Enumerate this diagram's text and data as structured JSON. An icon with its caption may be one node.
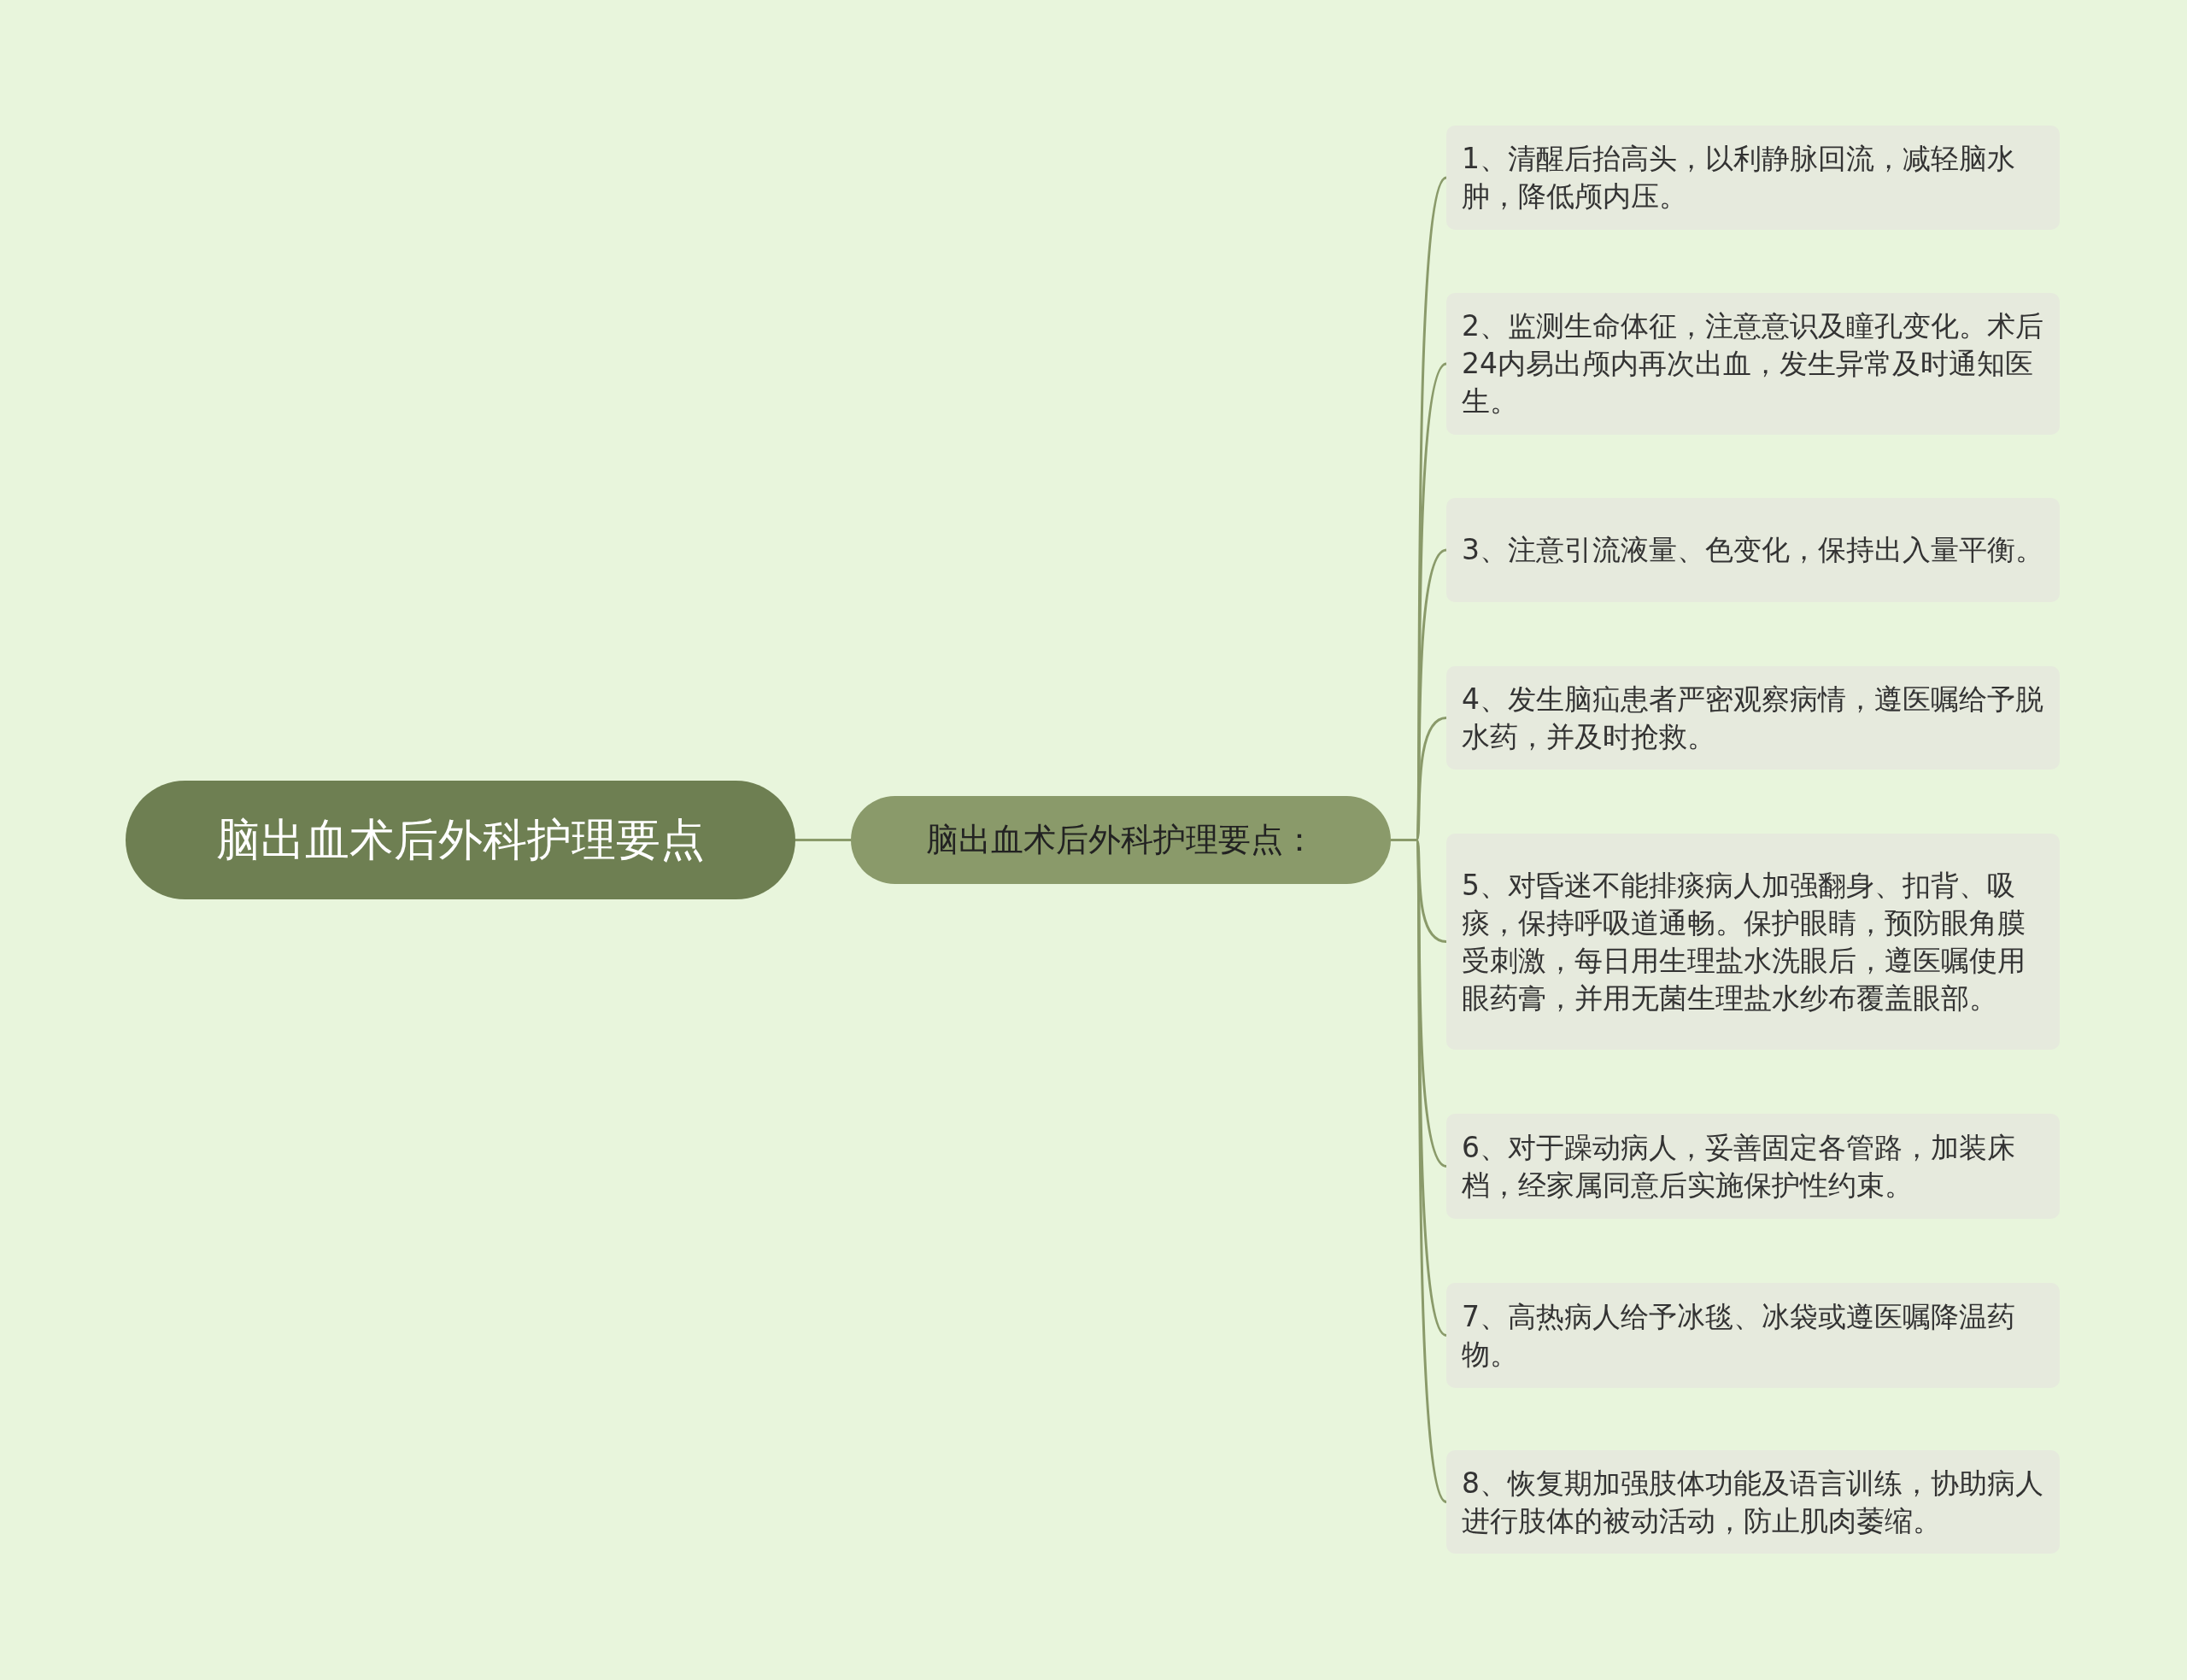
{
  "diagram": {
    "nodes": [
      {
        "text": [
          "脑出血术后外科护理要点"
        ]
      },
      {
        "text": [
          "脑出血术后外科护理要点："
        ]
      },
      {
        "text": [
          "1、清醒后抬高头，以利静脉回流，减轻脑水肿，降低颅内压。"
        ]
      },
      {
        "text": [
          "2、监测生命体征，注意意识及瞳孔变化。术后24内易出颅内再次出血，发生异常及时通知医生。"
        ]
      },
      {
        "text": [
          "3、注意引流液量、色变化，保持出入量平衡。"
        ]
      },
      {
        "text": [
          "4、发生脑疝患者严密观察病情，遵医嘱给予脱水药，并及时抢救。"
        ]
      },
      {
        "text": [
          "5、对昏迷不能排痰病人加强翻身、扣背、吸痰，保持呼吸道通畅。保护眼睛，预防眼角膜受刺激，每日用生理盐水洗眼后，遵医嘱使用眼药膏，并用无菌生理盐水纱布覆盖眼部。"
        ]
      },
      {
        "text": [
          "6、对于躁动病人，妥善固定各管路，加装床档，经家属同意后实施保护性约束。"
        ]
      },
      {
        "text": [
          "7、高热病人给予冰毯、冰袋或遵医嘱降温药物。"
        ]
      },
      {
        "text": [
          "8、恢复期加强肢体功能及语言训练，协助病人进行肢体的被动活动，防止肌肉萎缩。"
        ]
      }
    ],
    "edges": [
      {
        "from": 0,
        "to": 1,
        "arrow": "none"
      },
      {
        "from": 1,
        "to": 2,
        "arrow": "none"
      },
      {
        "from": 1,
        "to": 3,
        "arrow": "none"
      },
      {
        "from": 1,
        "to": 4,
        "arrow": "none"
      },
      {
        "from": 1,
        "to": 5,
        "arrow": "none"
      },
      {
        "from": 1,
        "to": 6,
        "arrow": "none"
      },
      {
        "from": 1,
        "to": 7,
        "arrow": "none"
      },
      {
        "from": 1,
        "to": 8,
        "arrow": "none"
      },
      {
        "from": 1,
        "to": 9,
        "arrow": "none"
      }
    ]
  }
}
